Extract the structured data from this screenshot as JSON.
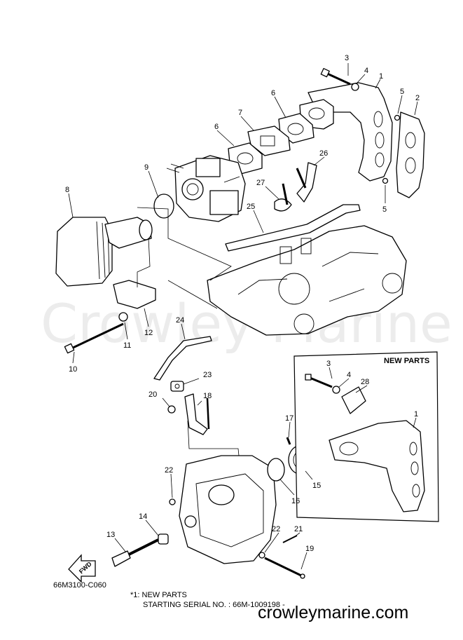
{
  "watermark": "Crowley Marine",
  "site": "crowleymarine.com",
  "diagram_code": "66M3100-C060",
  "new_parts_box_title": "NEW PARTS",
  "footnote_line1": "*1: NEW PARTS",
  "footnote_line2": "STARTING SERIAL NO. : 66M-1009198 -",
  "fwd_label": "FWD",
  "callouts": {
    "c1": "1",
    "c2": "2",
    "c3": "3",
    "c4": "4",
    "c5a": "5",
    "c5b": "5",
    "c6a": "6",
    "c6b": "6",
    "c7": "7",
    "c8": "8",
    "c9": "9",
    "c10": "10",
    "c11": "11",
    "c12": "12",
    "c13": "13",
    "c14": "14",
    "c15": "15",
    "c16": "16",
    "c17": "17",
    "c18": "18",
    "c19": "19",
    "c20": "20",
    "c21": "21",
    "c22a": "22",
    "c22b": "22",
    "c23": "23",
    "c24": "24",
    "c25": "25",
    "c26": "26",
    "c27": "27",
    "n3": "3",
    "n4": "4",
    "n28": "28",
    "n1": "1"
  }
}
